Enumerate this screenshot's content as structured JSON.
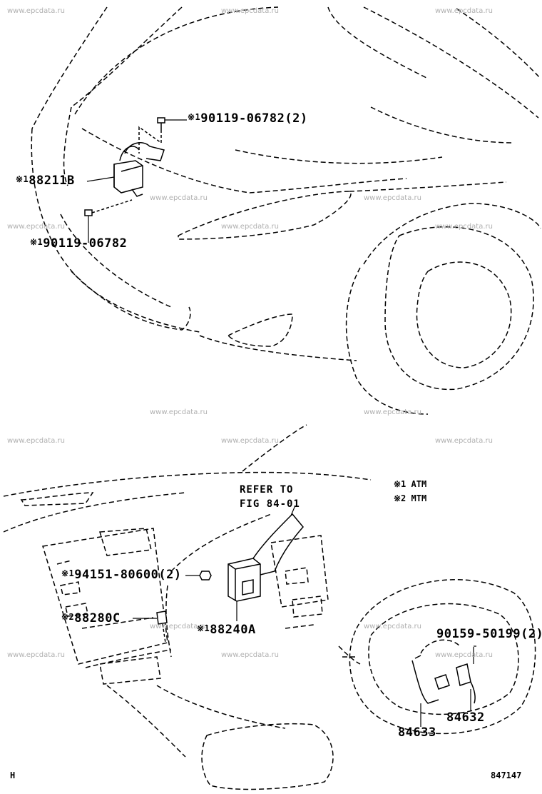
{
  "watermark": "www.epcdata.ru",
  "callouts": {
    "bolt_top": {
      "mark": "※1",
      "part": "90119-06782(2)"
    },
    "sensor": {
      "mark": "※1",
      "part": "88211B"
    },
    "bolt_bottom": {
      "mark": "※1",
      "part": "90119-06782"
    },
    "nut": {
      "mark": "※1",
      "part": "94151-80600(2)"
    },
    "switch": {
      "mark": "※2",
      "part": "88280C"
    },
    "ecu": {
      "mark": "※1",
      "part": "88240A"
    },
    "screw": {
      "part": "90159-50199(2)"
    },
    "switch_wheel": {
      "part": "84632"
    },
    "harness": {
      "part": "84633"
    }
  },
  "refer": {
    "line1": "REFER TO",
    "line2": "FIG 84-01"
  },
  "legend": {
    "line1": "※1 ATM",
    "line2": "※2 MTM"
  },
  "corner_left": "H",
  "figure_number": "847147"
}
